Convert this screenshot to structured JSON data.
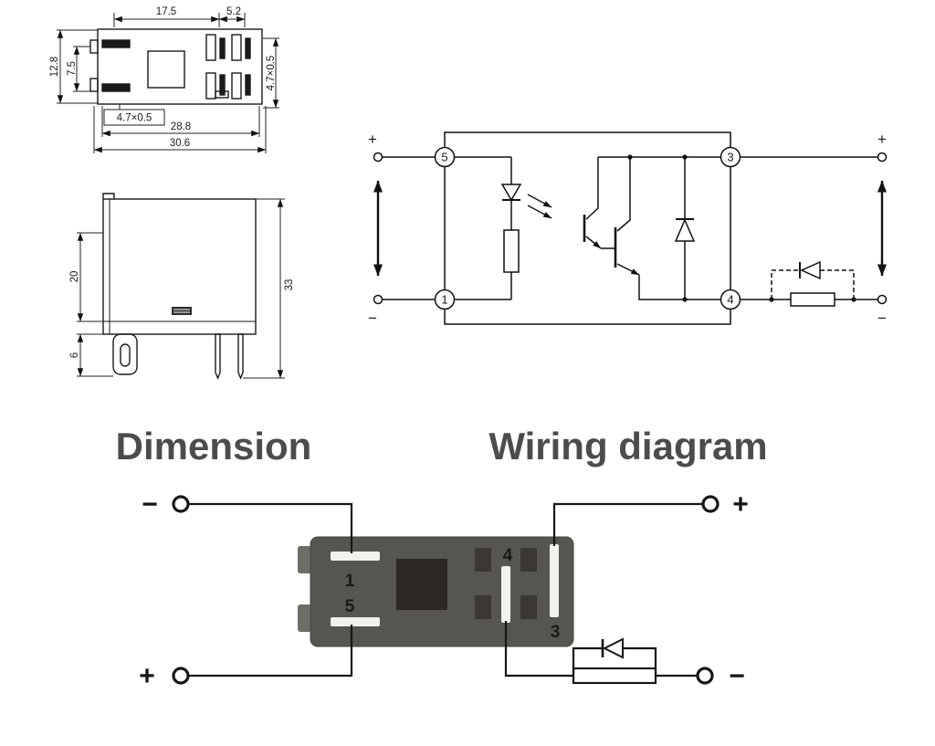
{
  "headings": {
    "dimension": "Dimension",
    "wiring": "Wiring diagram"
  },
  "top_view": {
    "w17_5": "17.5",
    "w5_2": "5.2",
    "h12_8": "12.8",
    "h7_5": "7.5",
    "pin_note_bottom": "4.7×0.5",
    "w28_8": "28.8",
    "w30_6": "30.6",
    "pin_note_right": "4.7×0.5"
  },
  "side_view": {
    "h20": "20",
    "h6": "6",
    "h33": "33"
  },
  "schematic": {
    "pin5": "5",
    "pin1": "1",
    "pin3": "3",
    "pin4": "4",
    "in_plus": "+",
    "in_minus": "−",
    "out_plus": "+",
    "out_minus": "−"
  },
  "photo": {
    "pin1": "1",
    "pin5": "5",
    "pin4": "4",
    "pin3": "3",
    "tl_polarity": "−",
    "bl_polarity": "+",
    "tr_polarity": "+",
    "br_polarity": "−"
  }
}
